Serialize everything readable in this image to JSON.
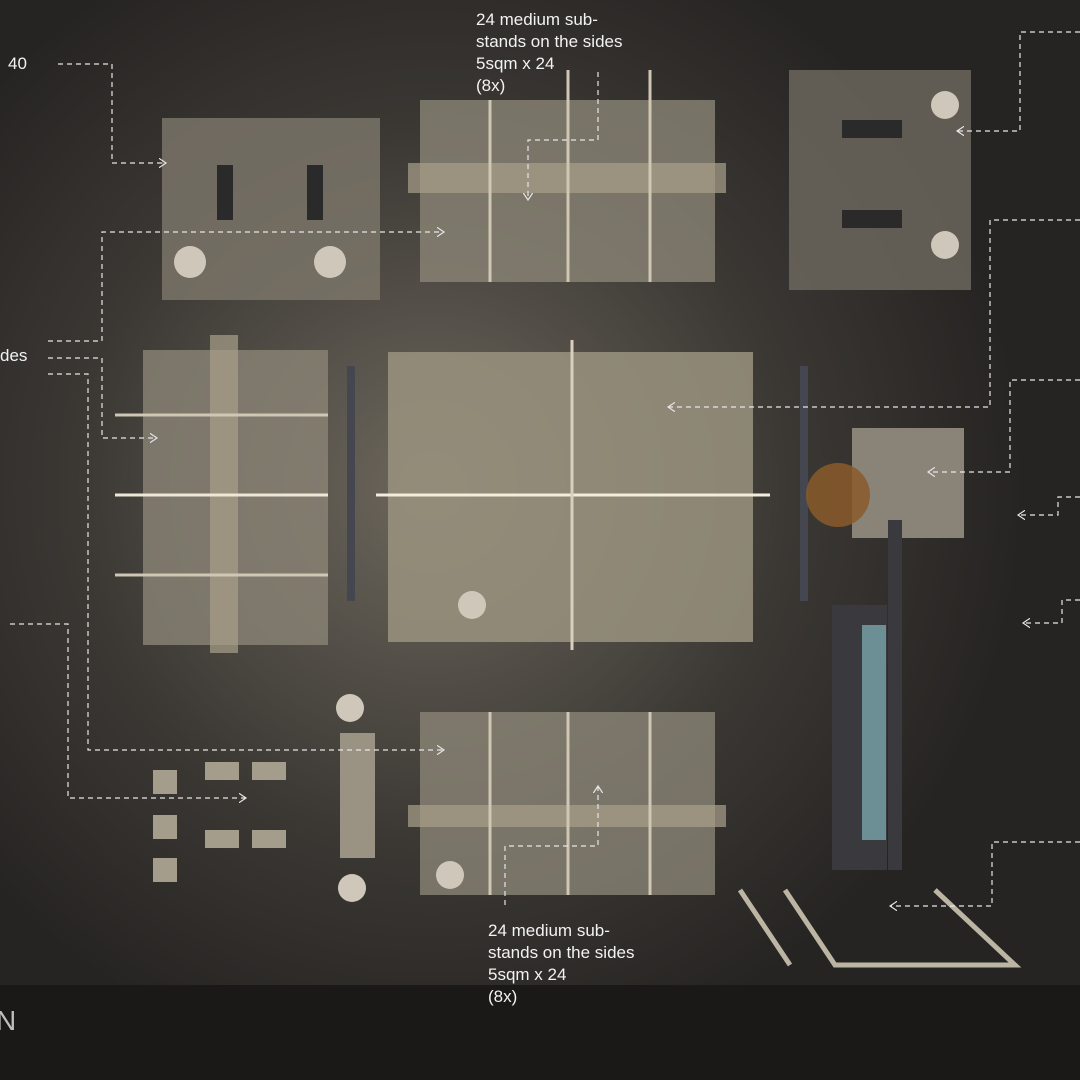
{
  "labels": {
    "top_left_partial": "40",
    "left_partial": "des",
    "top_center": "24 medium sub-\nstands on the sides\n5sqm x 24\n(8x)",
    "bottom_center": "24 medium sub-\nstands on the sides\n5sqm x 24\n(8x)"
  },
  "footer": {
    "partial_title": "N"
  },
  "colors": {
    "background": "#2a2826",
    "floor_glow": "#8c8474",
    "leader": "#e6e6e6"
  }
}
